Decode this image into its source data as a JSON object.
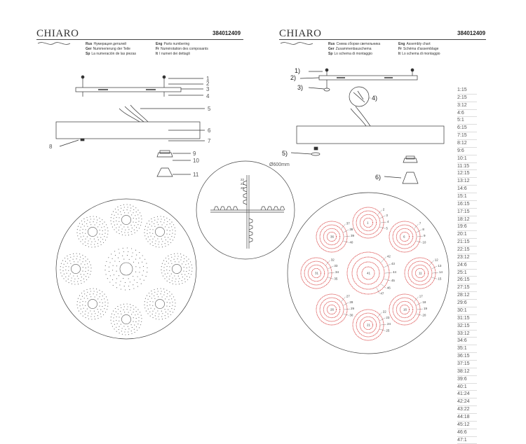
{
  "left_header": {
    "brand": "CHIARO",
    "code": "384012409",
    "languages": [
      {
        "code": "Rus",
        "text": "Нумерация деталей"
      },
      {
        "code": "Ger",
        "text": "Nummerierung der Teile"
      },
      {
        "code": "Sp",
        "text": "La numeración de las piezas"
      },
      {
        "code": "Eng",
        "text": "Parts numbering"
      },
      {
        "code": "Fr",
        "text": "Numérotation des composants"
      },
      {
        "code": "It",
        "text": "I numeri dei dettagli"
      }
    ]
  },
  "right_header": {
    "brand": "CHIARO",
    "code": "384012409",
    "languages": [
      {
        "code": "Rus",
        "text": "Схема сборки светильника"
      },
      {
        "code": "Ger",
        "text": "Zusammenbauschema"
      },
      {
        "code": "Sp",
        "text": "Lo schema di montaggio"
      },
      {
        "code": "Eng",
        "text": "Assembly chart"
      },
      {
        "code": "Fr",
        "text": "Schéma d'assemblage"
      },
      {
        "code": "It",
        "text": "Lo schema di montaggio"
      }
    ]
  },
  "parts_labels": [
    "1",
    "2",
    "3",
    "4",
    "5",
    "6",
    "7",
    "8",
    "9",
    "10",
    "11"
  ],
  "assembly_steps": [
    "1)",
    "2)",
    "3)",
    "4)",
    "5)",
    "6)"
  ],
  "detail_circle_label": "Ø600mm",
  "detail_marks": [
    "22",
    "21",
    "20"
  ],
  "bottom_numbers": [
    "1",
    "2",
    "3",
    "4",
    "5",
    "6",
    "7",
    "8",
    "9",
    "10",
    "11",
    "12",
    "13",
    "14",
    "15",
    "16",
    "17",
    "18",
    "19",
    "20",
    "21",
    "22",
    "23",
    "24",
    "25",
    "26",
    "27",
    "28",
    "29",
    "30",
    "31",
    "32",
    "33",
    "34",
    "35",
    "36",
    "37",
    "38",
    "39",
    "40",
    "41",
    "42",
    "43",
    "44",
    "45",
    "46",
    "47"
  ],
  "ratio_list": [
    "1:15",
    "2:15",
    "3:12",
    "4:6",
    "5:1",
    "6:15",
    "7:15",
    "8:12",
    "9:6",
    "10:1",
    "11:15",
    "12:15",
    "13:12",
    "14:6",
    "15:1",
    "16:15",
    "17:15",
    "18:12",
    "19:6",
    "20:1",
    "21:15",
    "22:15",
    "23:12",
    "24:6",
    "25:1",
    "26:15",
    "27:15",
    "28:12",
    "29:6",
    "30:1",
    "31:15",
    "32:15",
    "33:12",
    "34:6",
    "35:1",
    "36:15",
    "37:15",
    "38:12",
    "39:6",
    "40:1",
    "41:24",
    "42:24",
    "43:22",
    "44:18",
    "45:12",
    "46:6",
    "47:1"
  ]
}
